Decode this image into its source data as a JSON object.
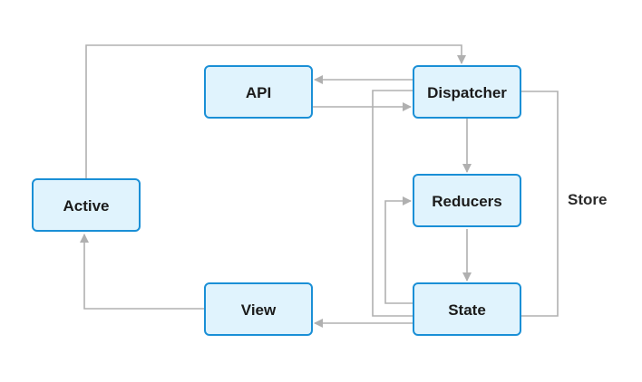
{
  "nodes": {
    "api": "API",
    "dispatcher": "Dispatcher",
    "active": "Active",
    "reducers": "Reducers",
    "view": "View",
    "state": "State"
  },
  "group_label": "Store",
  "colors": {
    "node_fill": "#e0f3fd",
    "node_stroke": "#1a8fd6",
    "connector": "#b0b0b0"
  }
}
